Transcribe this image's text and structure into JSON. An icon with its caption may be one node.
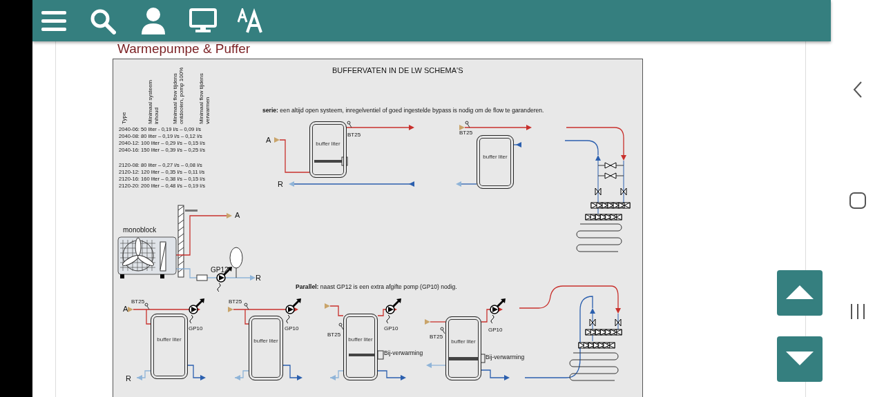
{
  "diagram": {
    "title": "Warmepumpe & Puffer",
    "nodes": [
      {
        "text": [
          "buffer liter"
        ]
      },
      {
        "text": [
          "buffer liter"
        ]
      },
      {
        "text": [
          "monoblock"
        ]
      },
      {
        "text": [
          "buffer liter"
        ]
      },
      {
        "text": [
          "buffer liter"
        ]
      },
      {
        "text": [
          "buffer liter"
        ]
      },
      {
        "text": [
          "buffer liter"
        ]
      }
    ],
    "labels": [
      "BUFFERVATEN IN DE LW SCHEMA'S",
      "Type",
      "Minimaal systeem inhoud",
      "Minimaal flow tijdens ontdooien, pomp 100%",
      "Minimaal flow tijdens verwarmen",
      "2040-06: 50 liter - 0,19 l/s – 0,09 l/s",
      "2040-08: 80 liter – 0,19 l/s – 0,12 l/s",
      "2040-12: 100 liter – 0,29 l/s – 0,15 l/s",
      "2040-16: 150 liter – 0,39 l/s – 0,25 l/s",
      "2120-08: 80 liter – 0,27 l/s – 0,08 l/s",
      "2120-12: 120 liter – 0,35 l/s – 0,11 l/s",
      "2120-16: 160 liter – 0,38 l/s – 0,15 l/s",
      "2120-20: 200 liter – 0,48 l/s – 0,19 l/s",
      "**serie:** een altijd open systeem, inregelventiel of goed ingestelde bypass is nodig om de flow te garanderen.",
      "A",
      "BT25",
      "R",
      "BT25",
      "A",
      "GP12",
      "R",
      "**Parallel:** naast GP12 is een extra afgifte pomp (GP10) nodig.",
      "BT25",
      "A",
      "GP10",
      "R",
      "BT25",
      "GP10",
      "BT25",
      "GP10",
      "Bij-verwarming",
      "BT25",
      "GP10",
      "Bij-verwarming"
    ]
  }
}
